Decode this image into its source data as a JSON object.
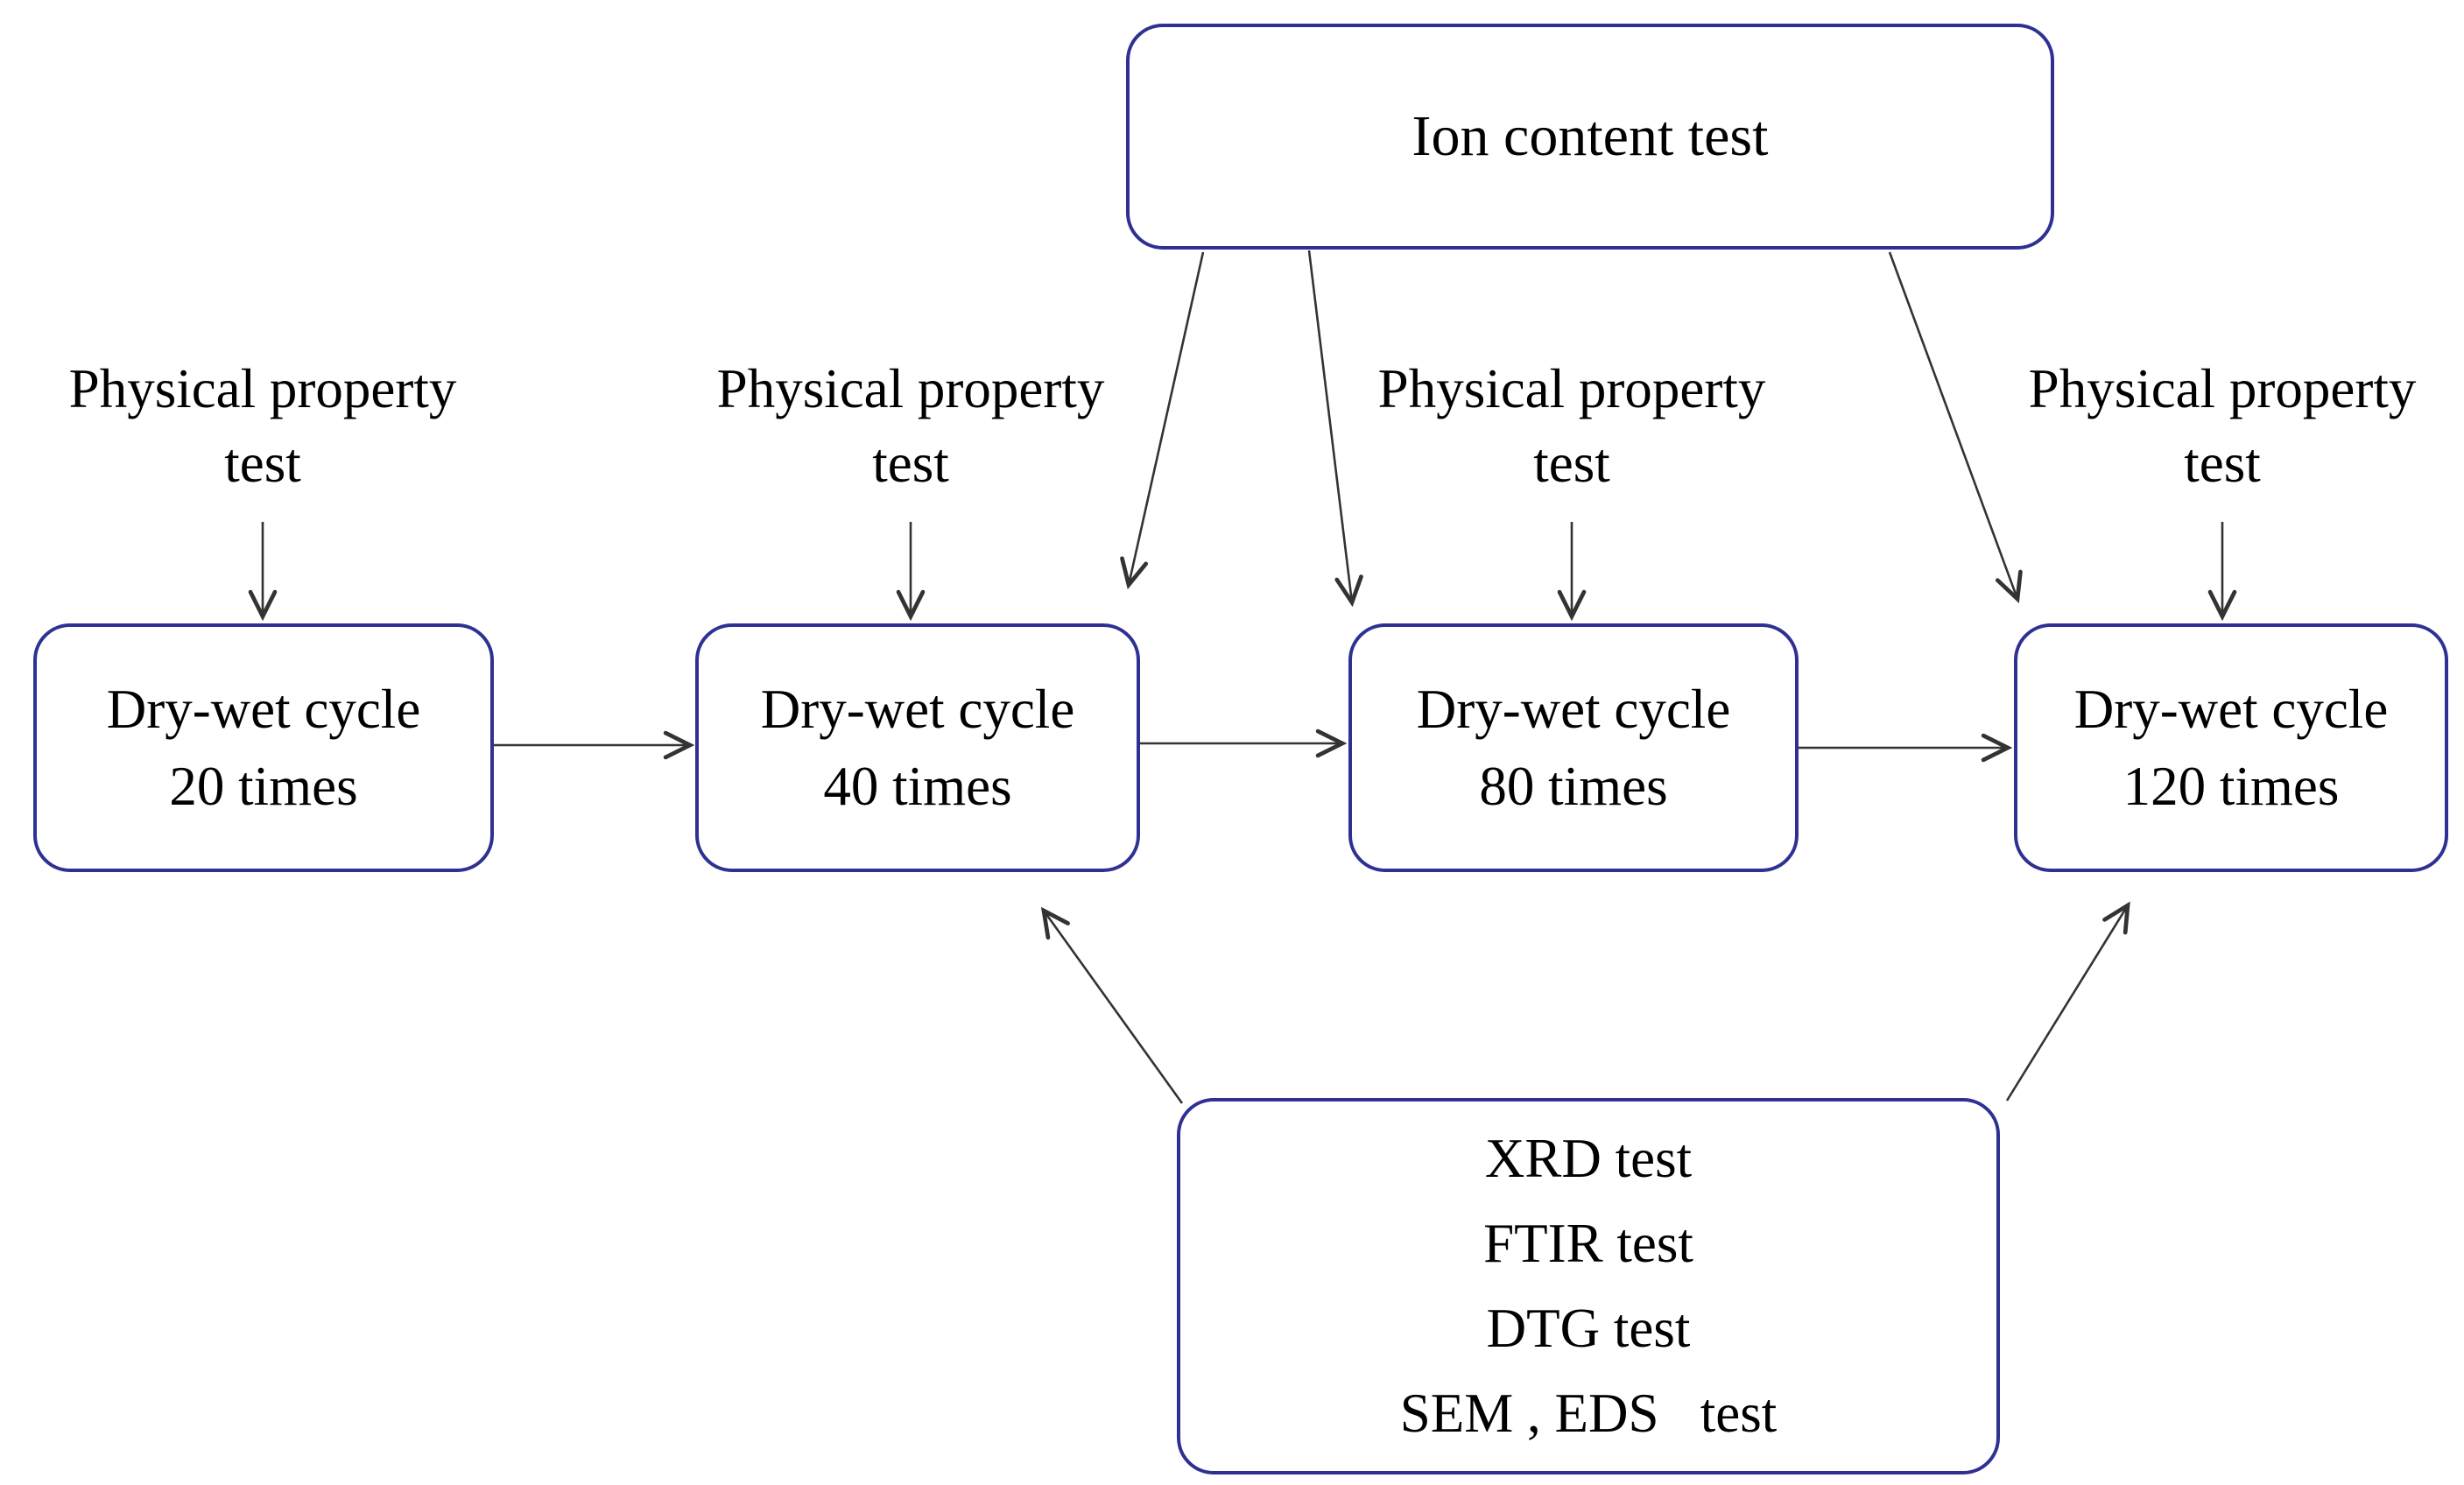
{
  "figure": {
    "background": "#ffffff",
    "colors": {
      "box_border": "#2e3192",
      "arrow": "#333333",
      "text": "#000000"
    },
    "ion_box": {
      "label": "Ion content test"
    },
    "physical_property_labels": [
      {
        "line1": "Physical property",
        "line2": "test"
      },
      {
        "line1": "Physical property",
        "line2": "test"
      },
      {
        "line1": "Physical property",
        "line2": "test"
      },
      {
        "line1": "Physical property",
        "line2": "test"
      }
    ],
    "cycle_boxes": [
      {
        "line1": "Dry-wet cycle",
        "line2": "20 times"
      },
      {
        "line1": "Dry-wet cycle",
        "line2": "40 times"
      },
      {
        "line1": "Dry-wet cycle",
        "line2": "80 times"
      },
      {
        "line1": "Dry-wet cycle",
        "line2": "120 times"
      }
    ],
    "analysis_box": {
      "lines": [
        "XRD test",
        "FTIR test",
        "DTG test",
        "SEM , EDS   test"
      ]
    },
    "edges": [
      {
        "from": "physical-property-test-1",
        "to": "dry-wet-cycle-20"
      },
      {
        "from": "physical-property-test-2",
        "to": "dry-wet-cycle-40"
      },
      {
        "from": "physical-property-test-3",
        "to": "dry-wet-cycle-80"
      },
      {
        "from": "physical-property-test-4",
        "to": "dry-wet-cycle-120"
      },
      {
        "from": "ion-content-test",
        "to": "dry-wet-cycle-40"
      },
      {
        "from": "ion-content-test",
        "to": "dry-wet-cycle-80"
      },
      {
        "from": "ion-content-test",
        "to": "dry-wet-cycle-120"
      },
      {
        "from": "dry-wet-cycle-20",
        "to": "dry-wet-cycle-40"
      },
      {
        "from": "dry-wet-cycle-40",
        "to": "dry-wet-cycle-80"
      },
      {
        "from": "dry-wet-cycle-80",
        "to": "dry-wet-cycle-120"
      },
      {
        "from": "analysis-tests",
        "to": "dry-wet-cycle-40"
      },
      {
        "from": "analysis-tests",
        "to": "dry-wet-cycle-120"
      }
    ]
  }
}
